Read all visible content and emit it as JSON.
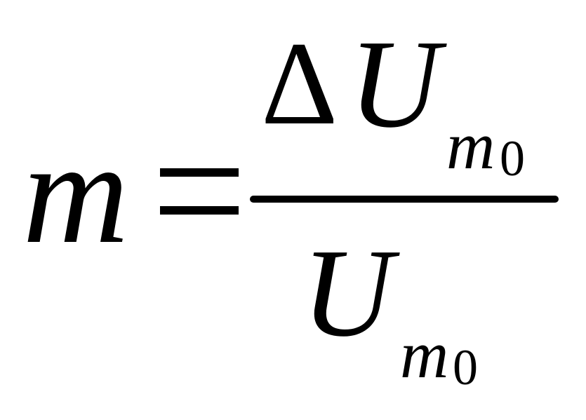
{
  "formula": {
    "lhs": {
      "variable": "m"
    },
    "equals_sign": "=",
    "numerator": {
      "operator": "Δ",
      "variable": "U",
      "subscript": "m",
      "sub_subscript": "0"
    },
    "denominator": {
      "variable": "U",
      "subscript": "m",
      "sub_subscript": "0"
    }
  },
  "colors": {
    "ink": "#000000",
    "background": "#ffffff"
  }
}
